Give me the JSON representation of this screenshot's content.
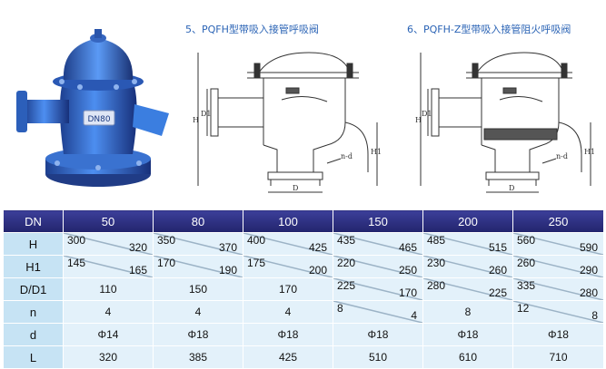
{
  "captions": {
    "c1": "5、PQFH型带吸入接管呼吸阀",
    "c2": "6、PQFH-Z型带吸入接管阻火呼吸阀"
  },
  "photo": {
    "plate_text": "DN80"
  },
  "drawing_labels": {
    "h": "H",
    "d1": "D1",
    "h1": "H1",
    "d": "D",
    "nd": "n-d"
  },
  "table": {
    "header": [
      "DN",
      "50",
      "80",
      "100",
      "150",
      "200",
      "250"
    ],
    "rows": [
      {
        "label": "H",
        "cells": [
          [
            "300",
            "320"
          ],
          [
            "350",
            "370"
          ],
          [
            "400",
            "425"
          ],
          [
            "435",
            "465"
          ],
          [
            "485",
            "515"
          ],
          [
            "560",
            "590"
          ]
        ]
      },
      {
        "label": "H1",
        "cells": [
          [
            "145",
            "165"
          ],
          [
            "170",
            "190"
          ],
          [
            "175",
            "200"
          ],
          [
            "220",
            "250"
          ],
          [
            "230",
            "260"
          ],
          [
            "260",
            "290"
          ]
        ]
      },
      {
        "label": "D/D1",
        "cells": [
          [
            "110"
          ],
          [
            "150"
          ],
          [
            "170"
          ],
          [
            "225",
            "170"
          ],
          [
            "280",
            "225"
          ],
          [
            "335",
            "280"
          ]
        ]
      },
      {
        "label": "n",
        "cells": [
          [
            "4"
          ],
          [
            "4"
          ],
          [
            "4"
          ],
          [
            "8",
            "4"
          ],
          [
            "8"
          ],
          [
            "12",
            "8"
          ]
        ]
      },
      {
        "label": "d",
        "cells": [
          [
            "Φ14"
          ],
          [
            "Φ18"
          ],
          [
            "Φ18"
          ],
          [
            "Φ18"
          ],
          [
            "Φ18"
          ],
          [
            "Φ18"
          ]
        ]
      },
      {
        "label": "L",
        "cells": [
          [
            "320"
          ],
          [
            "385"
          ],
          [
            "425"
          ],
          [
            "510"
          ],
          [
            "610"
          ],
          [
            "710"
          ]
        ]
      }
    ]
  },
  "colors": {
    "header_bg": "#2e3082",
    "label_bg": "#c6e3f4",
    "cell_bg": "#e3f1fa",
    "valve_blue": "#2f6fd0",
    "caption": "#2a63b5"
  }
}
